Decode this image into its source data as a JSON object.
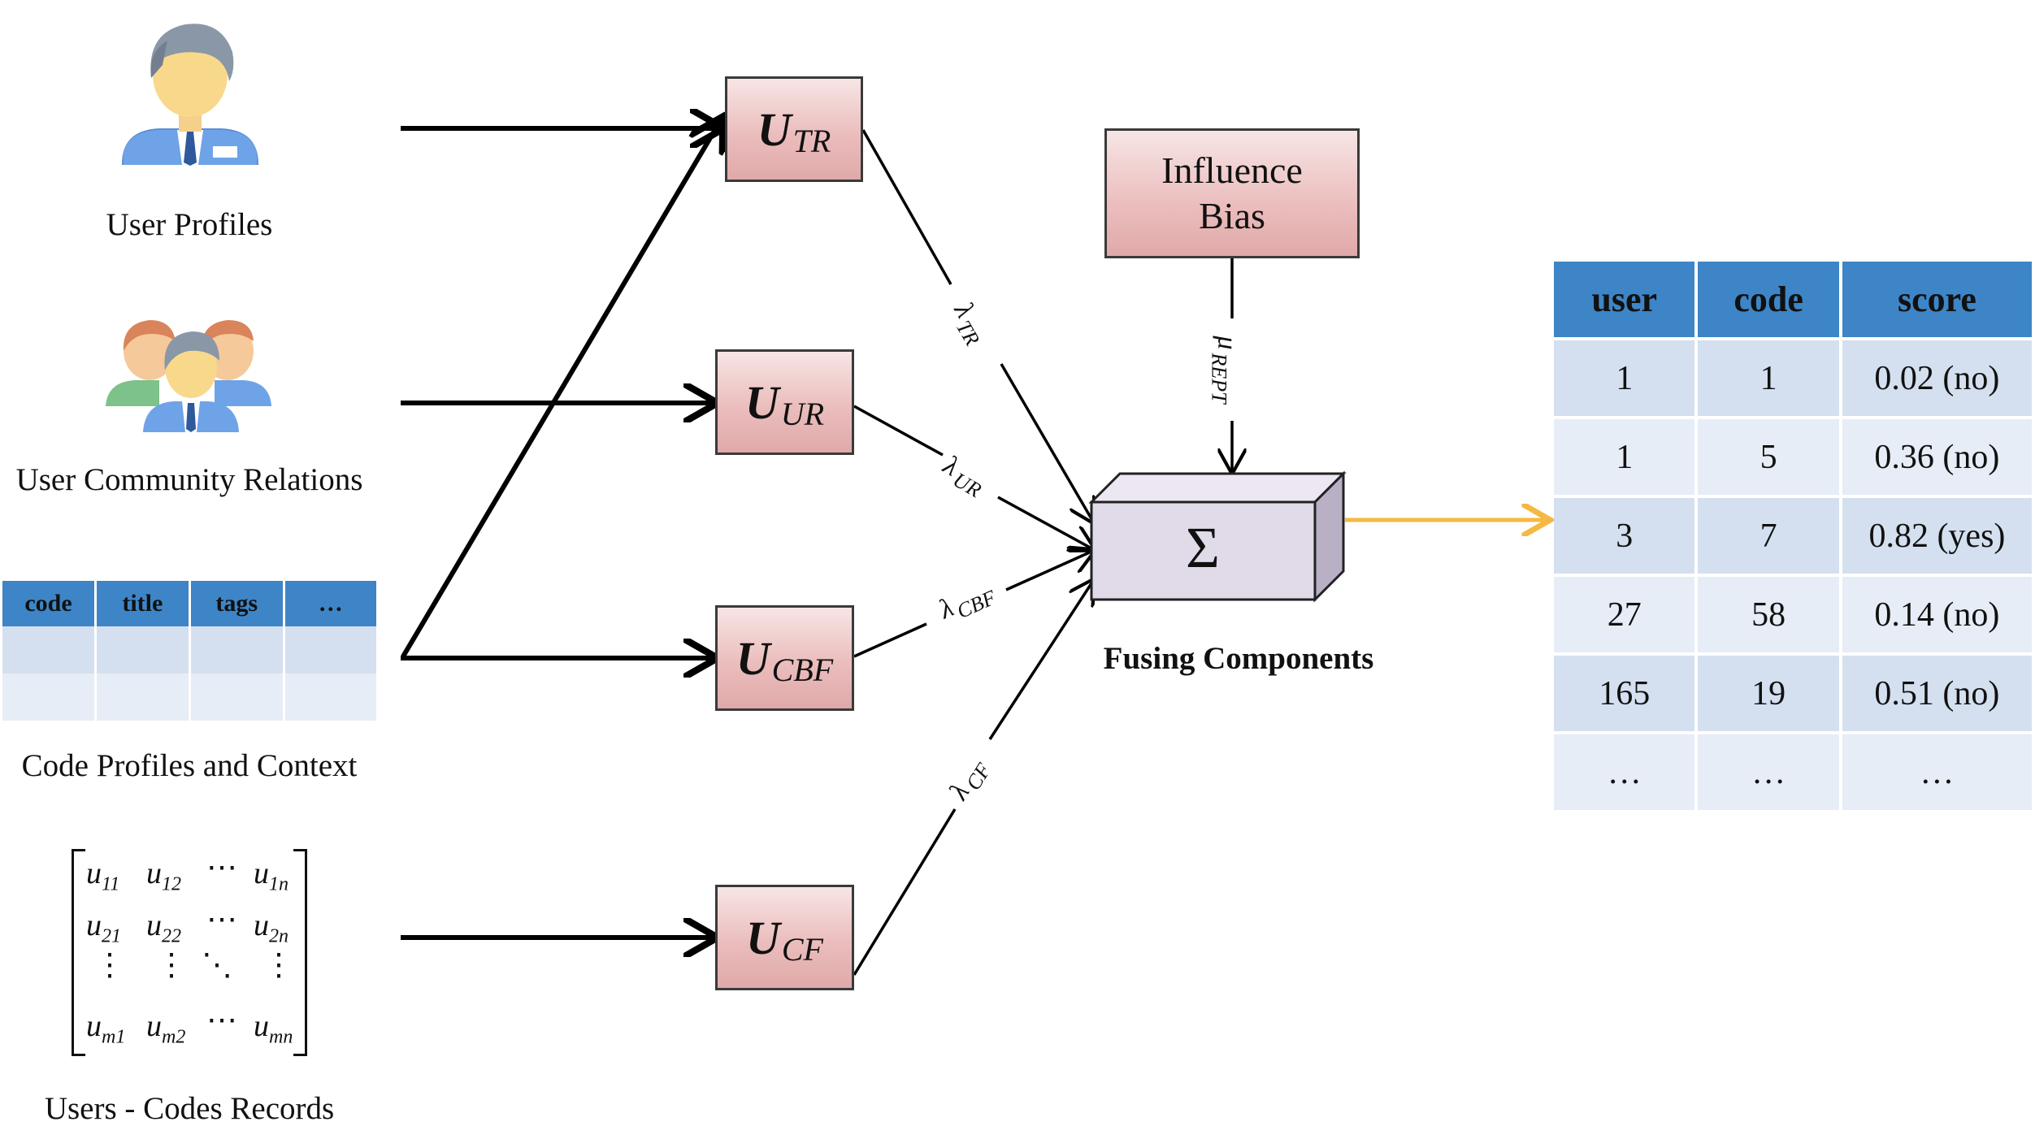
{
  "inputs": {
    "user_profiles": "User Profiles",
    "community_relations": "User Community Relations",
    "code_profiles": "Code Profiles and Context",
    "records": "Users - Codes Records"
  },
  "code_table": {
    "headers": [
      "code",
      "title",
      "tags",
      "…"
    ]
  },
  "matrix": {
    "row1": [
      "u",
      "11",
      "u",
      "12",
      "⋯",
      "u",
      "1n"
    ],
    "row2": [
      "u",
      "21",
      "u",
      "22",
      "⋯",
      "u",
      "2n"
    ],
    "row4": [
      "u",
      "m1",
      "u",
      "m2",
      "⋯",
      "u",
      "mn"
    ]
  },
  "components": [
    {
      "main": "U",
      "sub": "TR"
    },
    {
      "main": "U",
      "sub": "UR"
    },
    {
      "main": "U",
      "sub": "CBF"
    },
    {
      "main": "U",
      "sub": "CF"
    }
  ],
  "weights": [
    {
      "symbol": "λ",
      "sub": "TR"
    },
    {
      "symbol": "λ",
      "sub": "UR"
    },
    {
      "symbol": "λ",
      "sub": "CBF"
    },
    {
      "symbol": "λ",
      "sub": "CF"
    }
  ],
  "bias": {
    "line1": "Influence",
    "line2": "Bias",
    "symbol": "μ",
    "sub": "REPT"
  },
  "fusion": {
    "symbol": "Σ",
    "label": "Fusing Components"
  },
  "output_table": {
    "headers": [
      "user",
      "code",
      "score"
    ],
    "rows": [
      [
        "1",
        "1",
        "0.02 (no)"
      ],
      [
        "1",
        "5",
        "0.36 (no)"
      ],
      [
        "3",
        "7",
        "0.82 (yes)"
      ],
      [
        "27",
        "58",
        "0.14 (no)"
      ],
      [
        "165",
        "19",
        "0.51 (no)"
      ],
      [
        "…",
        "…",
        "…"
      ]
    ]
  },
  "colors": {
    "arrow": "#000000",
    "output_arrow": "#f4b942",
    "table_header": "#3d85c6",
    "table_row_dark": "#d4e0ef",
    "table_row_light": "#e6edf6",
    "component_fill": "#ebbdbd",
    "fusion_fill": "#e3dcea"
  },
  "icons": [
    "single-user-icon",
    "user-group-icon"
  ]
}
